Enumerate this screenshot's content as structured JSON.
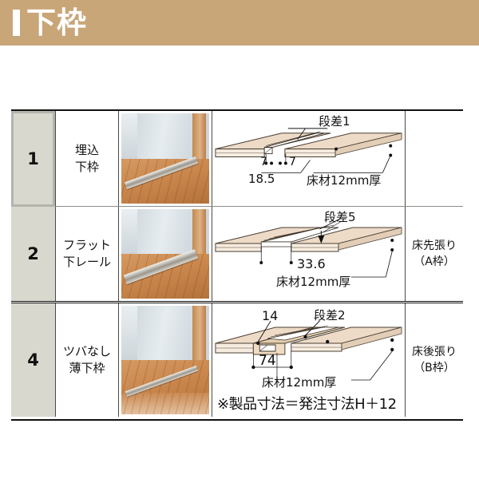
{
  "header": {
    "title": "下枠",
    "accent_color": "#c9a678",
    "text_color": "#ffffff"
  },
  "table": {
    "groups": [
      {
        "side_label": "床先張り\n（A枠）",
        "side_label_line1": "床先張り",
        "side_label_line2": "（A枠）",
        "rows": [
          {
            "number": "1",
            "name_line1": "埋込",
            "name_line2": "下枠",
            "selected": true,
            "photo": "floor-rail-photo",
            "diagram": {
              "step_label": "段差1",
              "dims": [
                "7",
                "7",
                "18.5"
              ],
              "floor_label": "床材12mm厚"
            }
          },
          {
            "number": "2",
            "name_line1": "フラット",
            "name_line2": "下レール",
            "selected": false,
            "photo": "floor-flat-rail-photo",
            "diagram": {
              "step_label": "段差5",
              "dims": [
                "33.6"
              ],
              "floor_label": "床材12mm厚"
            }
          }
        ]
      },
      {
        "side_label_line1": "床後張り",
        "side_label_line2": "（B枠）",
        "rows": [
          {
            "number": "4",
            "name_line1": "ツバなし",
            "name_line2": "薄下枠",
            "selected": false,
            "photo": "floor-thin-rail-photo",
            "diagram": {
              "step_label": "段差2",
              "dims": [
                "14",
                "74"
              ],
              "floor_label": "床材12mm厚",
              "note": "※製品寸法＝発注寸法H＋12"
            }
          }
        ]
      }
    ]
  },
  "colors": {
    "number_cell_bg": "#d9d8cf",
    "border": "#111111",
    "selection_ring": "#b4b4ae",
    "drawing_fill": "#eddac7",
    "drawing_line": "#3a3026"
  }
}
